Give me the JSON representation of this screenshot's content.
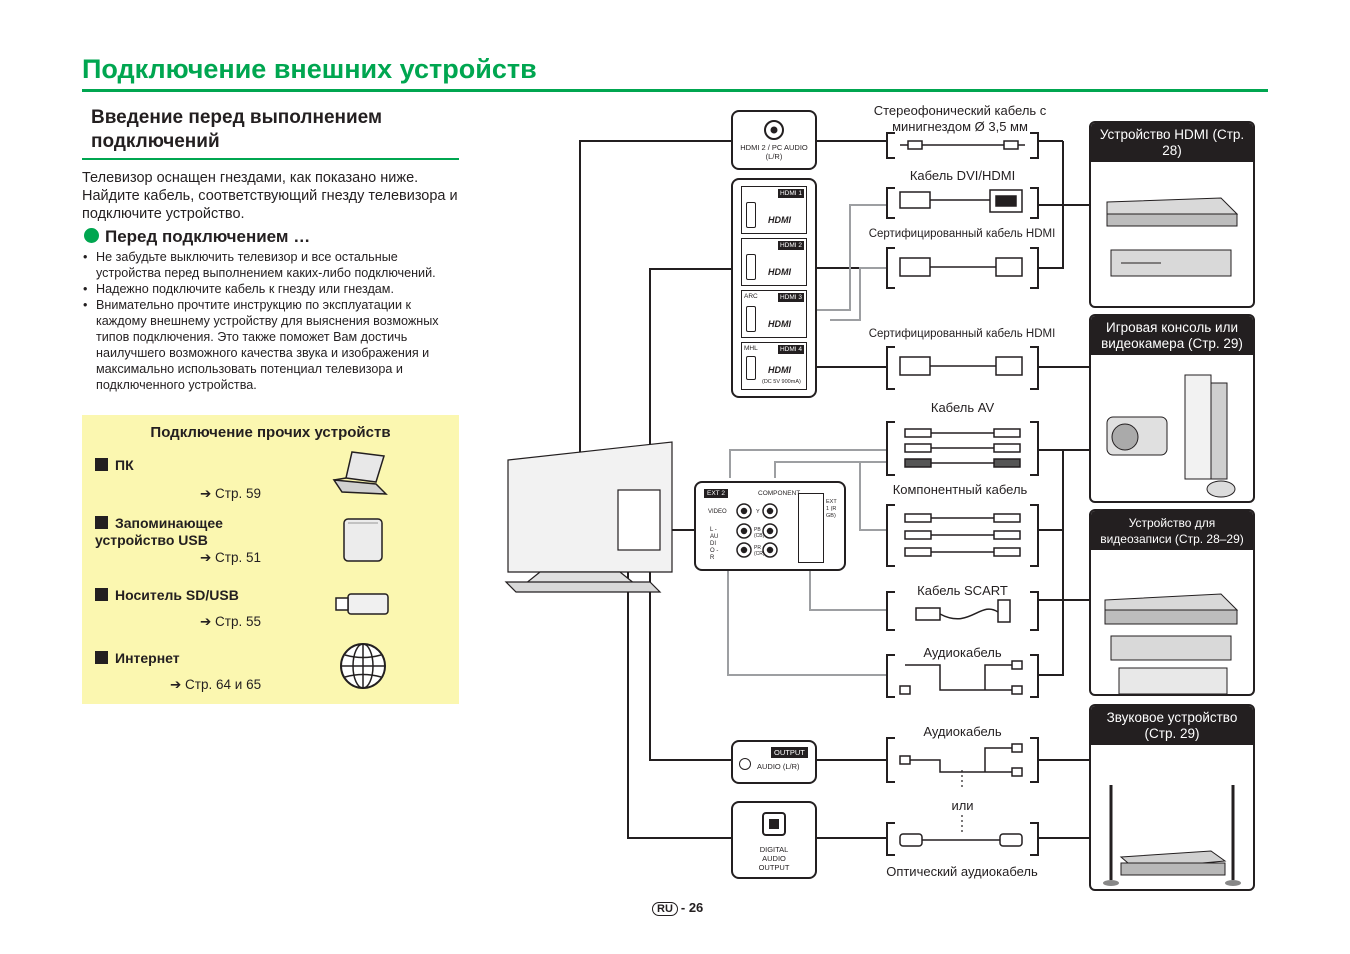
{
  "page": {
    "title": "Подключение внешних устройств",
    "section_title": "Введение перед выполнением подключений",
    "intro": "Телевизор оснащен гнездами, как показано ниже. Найдите кабель, соответствующий гнезду телевизора и подключите устройство.",
    "before_title": "Перед подключением …",
    "bullets": [
      "Не забудьте выключить телевизор и все остальные устройства перед выполнением каких-либо подключений.",
      "Надежно подключите кабель к гнезду или гнездам.",
      "Внимательно прочтите инструкцию по эксплуатации к каждому внешнему устройству для выяснения возможных типов подключения. Это также поможет Вам достичь наилучшего возможного качества звука и изображения и максимально использовать потенциал телевизора и подключенного устройства."
    ]
  },
  "other_devices": {
    "title": "Подключение прочих устройств",
    "items": [
      {
        "label": "ПК",
        "page": "➔ Стр. 59",
        "icon": "laptop-icon"
      },
      {
        "label": "Запоминающее устройство USB",
        "page": "➔ Стр. 51",
        "icon": "usb-drive-icon"
      },
      {
        "label": "Носитель SD/USB",
        "page": "➔ Стр. 55",
        "icon": "usb-stick-icon"
      },
      {
        "label": "Интернет",
        "page": "➔ Стр. 64 и 65",
        "icon": "globe-icon"
      }
    ]
  },
  "ports": {
    "pc_audio": "HDMI 2 / PC AUDIO (L/R)",
    "hdmi": [
      {
        "tag": "HDMI 1",
        "prefix": ""
      },
      {
        "tag": "HDMI 2",
        "prefix": ""
      },
      {
        "tag": "HDMI 3",
        "prefix": "ARC"
      },
      {
        "tag": "HDMI 4",
        "prefix": "MHL"
      }
    ],
    "hdmi_logo": "HDMI",
    "mhl_spec": "(DC 5V  900mA)",
    "ext2": "EXT 2",
    "component": "COMPONENT",
    "video": "VIDEO",
    "audio_lr": "L - AUDIO - R",
    "jack_labels": [
      "Y",
      "PB (CB)",
      "PR (CR)"
    ],
    "ext1": "EXT 1 (RGB)",
    "output_tag": "OUTPUT",
    "output_label": "AUDIO (L/R)",
    "digital_audio": [
      "DIGITAL",
      "AUDIO",
      "OUTPUT"
    ]
  },
  "cables": {
    "stereo_minijack": "Стереофонический кабель с минигнездом Ø 3,5 мм",
    "dvi_hdmi": "Кабель DVI/HDMI",
    "certified_hdmi_1": "Сертифицированный кабель HDMI",
    "certified_hdmi_2": "Сертифицированный кабель HDMI",
    "av": "Кабель AV",
    "component": "Компонентный кабель",
    "scart": "Кабель SCART",
    "audio_1": "Аудиокабель",
    "audio_2": "Аудиокабель",
    "or": "или",
    "optical": "Оптический аудиокабель"
  },
  "device_groups": [
    {
      "head": "Устройство HDMI (Стр. 28)"
    },
    {
      "head": "Игровая консоль или видеокамера (Стр. 29)"
    },
    {
      "head": "Устройство для видеозаписи (Стр. 28–29)"
    },
    {
      "head": "Звуковое устройство (Стр. 29)"
    }
  ],
  "footer": {
    "lang": "RU",
    "page_number": "- 26"
  },
  "colors": {
    "accent_green": "#00a650",
    "panel_yellow": "#fbf7b0",
    "ink": "#231f20"
  }
}
